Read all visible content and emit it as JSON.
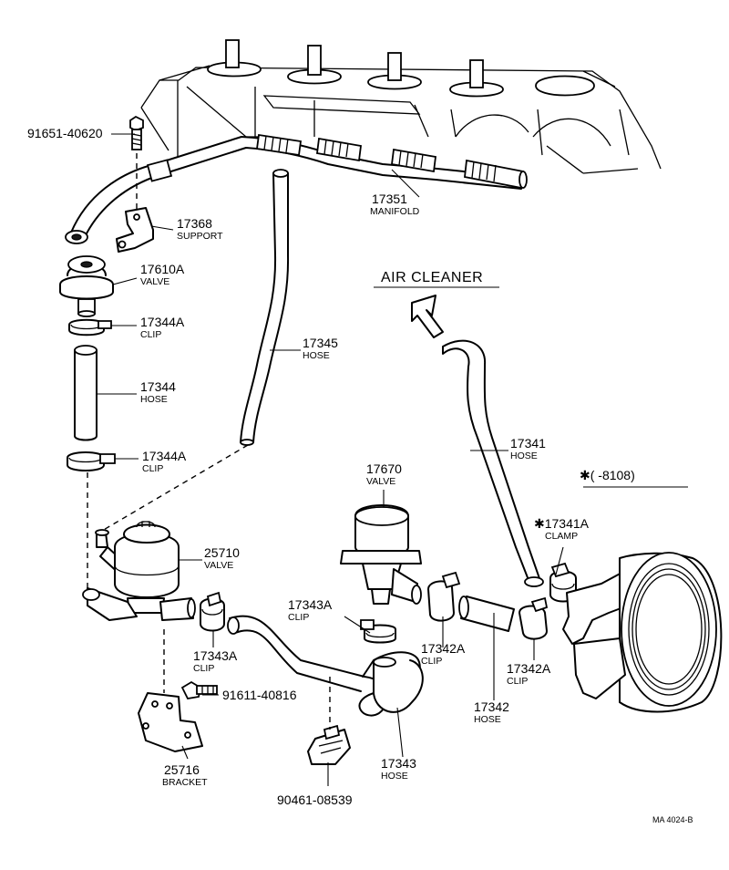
{
  "callouts": {
    "bolt_top": {
      "number": "91651-40620"
    },
    "manifold": {
      "number": "17351",
      "name": "MANIFOLD"
    },
    "support": {
      "number": "17368",
      "name": "SUPPORT"
    },
    "valve_top": {
      "number": "17610A",
      "name": "VALVE"
    },
    "clip_upper": {
      "number": "17344A",
      "name": "CLIP"
    },
    "hose_short": {
      "number": "17344",
      "name": "HOSE"
    },
    "clip_lower": {
      "number": "17344A",
      "name": "CLIP"
    },
    "hose_long": {
      "number": "17345",
      "name": "HOSE"
    },
    "hose_aircleaner": {
      "number": "17341",
      "name": "HOSE"
    },
    "valve_17670": {
      "number": "17670",
      "name": "VALVE"
    },
    "valve_25710": {
      "number": "25710",
      "name": "VALVE"
    },
    "clip_17343a_mid": {
      "number": "17343A",
      "name": "CLIP"
    },
    "clip_17343a_left": {
      "number": "17343A",
      "name": "CLIP"
    },
    "clip_17342a_left": {
      "number": "17342A",
      "name": "CLIP"
    },
    "clip_17342a_right": {
      "number": "17342A",
      "name": "CLIP"
    },
    "hose_17342": {
      "number": "17342",
      "name": "HOSE"
    },
    "hose_17343": {
      "number": "17343",
      "name": "HOSE"
    },
    "clamp": {
      "number": "✱17341A",
      "name": "CLAMP"
    },
    "bolt_mid": {
      "number": "91611-40816"
    },
    "bracket": {
      "number": "25716",
      "name": "BRACKET"
    },
    "bottom_part": {
      "number": "90461-08539"
    }
  },
  "air_cleaner_label": "AIR CLEANER",
  "production_note": "✱(      -8108)",
  "figure_ref": "MA 4024-B"
}
